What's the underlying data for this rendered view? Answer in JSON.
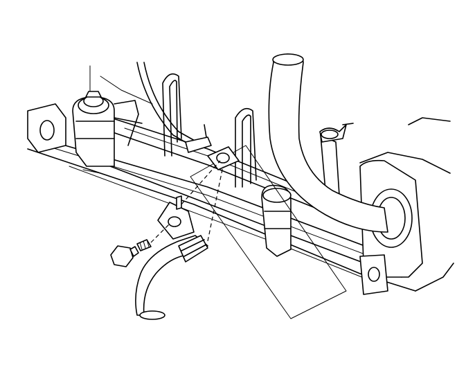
{
  "figure": {
    "kind": "line-art technical illustration",
    "colors": {
      "stroke": "#000000",
      "background": "#ffffff"
    },
    "parts": [
      "engine-block",
      "fuel-rail",
      "fuel-injector-left",
      "fuel-injector-right",
      "vacuum-hose-upper",
      "vacuum-hose-lower",
      "hose-bracket",
      "bracket-bolt",
      "fuel-line-loops",
      "small-tube-clip"
    ]
  }
}
